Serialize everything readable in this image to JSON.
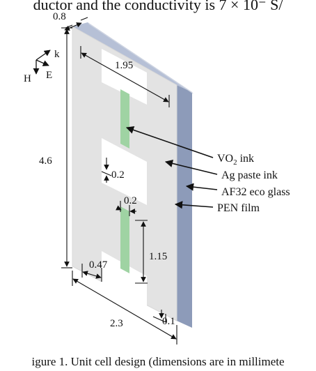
{
  "top_line_text": "ductor and the conductivity is 7 × 10⁻ S/",
  "caption_text": "igure 1. Unit cell design (dimensions are in millimete",
  "axes": {
    "k": "k",
    "E": "E",
    "H": "H"
  },
  "dimensions": {
    "d_0_8": "0.8",
    "d_1_95": "1.95",
    "d_4_6": "4.6",
    "d_0_2_a": "0.2",
    "d_0_2_b": "0.2",
    "d_1_15": "1.15",
    "d_0_47": "0.47",
    "d_2_3": "2.3",
    "d_0_1": "0.1"
  },
  "labels": {
    "vo2_main": "VO",
    "vo2_sub": "2",
    "vo2_tail": " ink",
    "ag": "Ag paste ink",
    "glass": "AF32 eco glass",
    "pen": "PEN film"
  },
  "colors": {
    "pen_film": "#e3e3e3",
    "glass_side": "#8d9bb9",
    "glass_top": "#b6c0d6",
    "vo2_ink": "#9fd3a3",
    "ag_paste": "#ffffff"
  }
}
